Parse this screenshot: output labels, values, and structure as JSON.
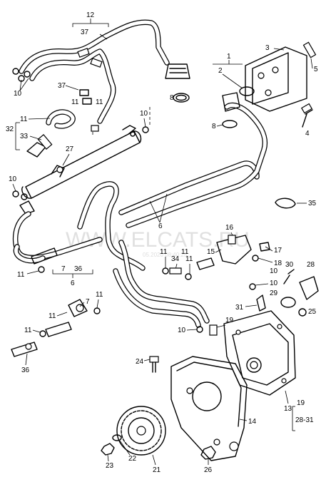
{
  "diagram": {
    "watermark": "WWW.ELCATS.RU",
    "watermark_small": "05.2020 08:40:25",
    "callouts": {
      "c1": "1",
      "c2": "2",
      "c3": "3",
      "c4": "4",
      "c5": "5",
      "c6a": "6",
      "c6b": "6",
      "c7a": "7",
      "c7b": "7",
      "c8a": "8",
      "c8b": "8",
      "c10a": "10",
      "c10b": "10",
      "c10c": "10",
      "c10d": "10",
      "c10e": "10",
      "c10f": "10",
      "c11a": "11",
      "c11b": "11",
      "c11c": "11",
      "c11d": "11",
      "c11e": "11",
      "c11f": "11",
      "c11g": "11",
      "c11h": "11",
      "c11i": "11",
      "c11j": "11",
      "c12": "12",
      "c13": "13",
      "c14": "14",
      "c15": "15",
      "c16": "16",
      "c17": "17",
      "c18": "18",
      "c19a": "19",
      "c19b": "19",
      "c21": "21",
      "c22": "22",
      "c23": "23",
      "c24": "24",
      "c25": "25",
      "c26": "26",
      "c27": "27",
      "c28": "28",
      "c28_31": "28-31",
      "c29": "29",
      "c30": "30",
      "c31": "31",
      "c32": "32",
      "c33": "33",
      "c34": "34",
      "c35": "35",
      "c36a": "36",
      "c36b": "36",
      "c37a": "37",
      "c37b": "37"
    }
  }
}
